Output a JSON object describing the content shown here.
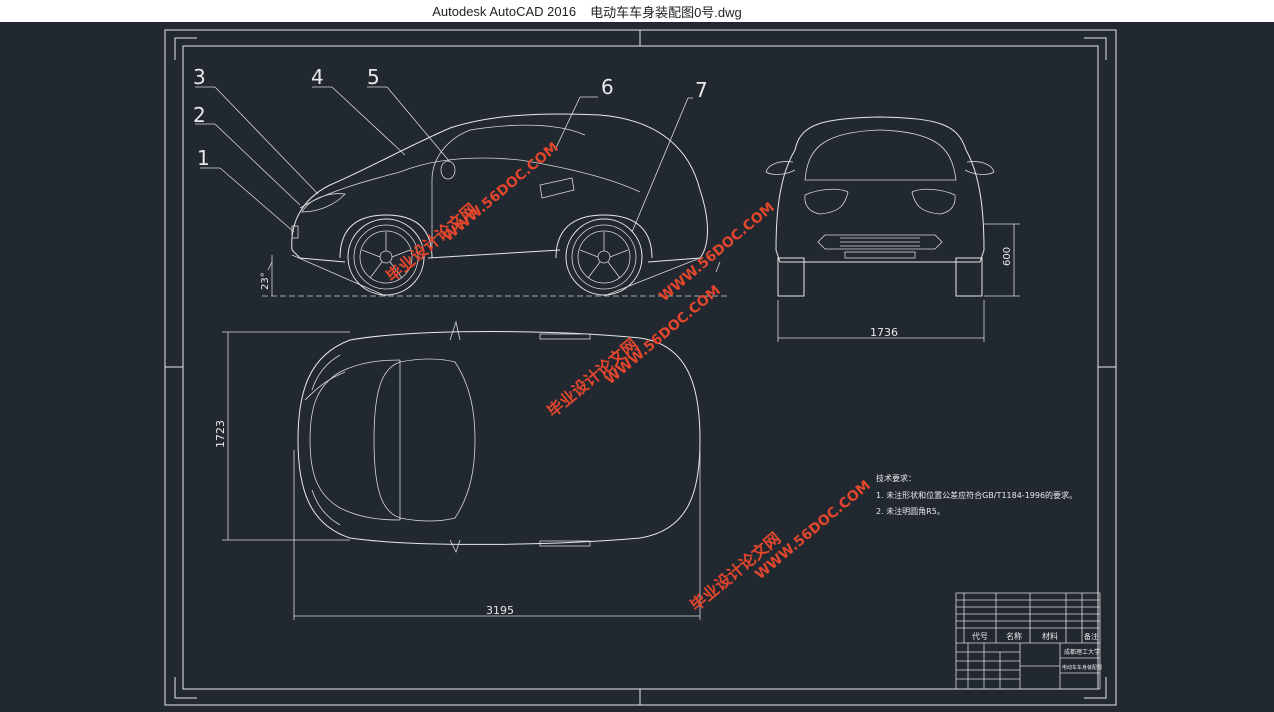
{
  "window": {
    "app_title": "Autodesk AutoCAD 2016",
    "file_name": "电动车车身装配图0号.dwg"
  },
  "drawing": {
    "callouts": [
      "1",
      "2",
      "3",
      "4",
      "5",
      "6",
      "7"
    ],
    "dimensions": {
      "approach_angle": "23°",
      "front_height": "600",
      "front_width": "1736",
      "top_width": "1723",
      "length": "3195"
    },
    "tech_notes": {
      "heading": "技术要求：",
      "line1": "1. 未注形状和位置公差应符合GB/T1184-1996的要求。",
      "line2": "2. 未注明圆角R5。"
    },
    "watermarks": {
      "url": "WWW.56DOC.COM",
      "cn": "毕业设计论文网"
    },
    "title_block": {
      "col_code": "代号",
      "col_name": "名称",
      "col_material": "材料",
      "col_remark": "备注",
      "school": "成都理工大学",
      "drawing_name": "电动车车身装配图"
    }
  },
  "colors": {
    "background": "#212830",
    "line": "#e8e8e8",
    "watermark": "#e2462c",
    "titlebar": "#ffffff"
  }
}
